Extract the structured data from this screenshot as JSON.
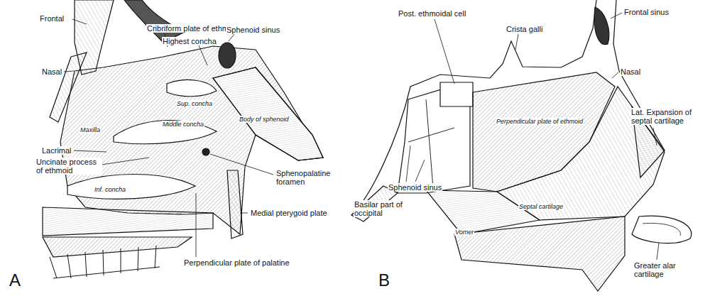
{
  "diagram": {
    "labels": [
      "A",
      "Frontal",
      "Nasal",
      "Cribriform plate of ethmoid",
      "Highest concha",
      "Sphenoid sinus",
      "Maxilla",
      "Lacrimal",
      "Sup. concha",
      "Middle concha",
      "Inf. concha",
      "Body of sphenoid",
      "Uncinate process of ethmoid",
      "Sphenopalatine foramen",
      "Medial pterygoid plate",
      "Perpendicular plate of palatine",
      "B",
      "Post. ethmoidal cell",
      "Crista galli",
      "Frontal sinus",
      "Nasal",
      "Lat. Expansion of septal cartilage",
      "Perpendicular plate of ethmoid",
      "Septal cartilage",
      "Vomer",
      "Sphenoid sinus",
      "Basilar part of occipital",
      "Greater alar cartilage"
    ]
  }
}
